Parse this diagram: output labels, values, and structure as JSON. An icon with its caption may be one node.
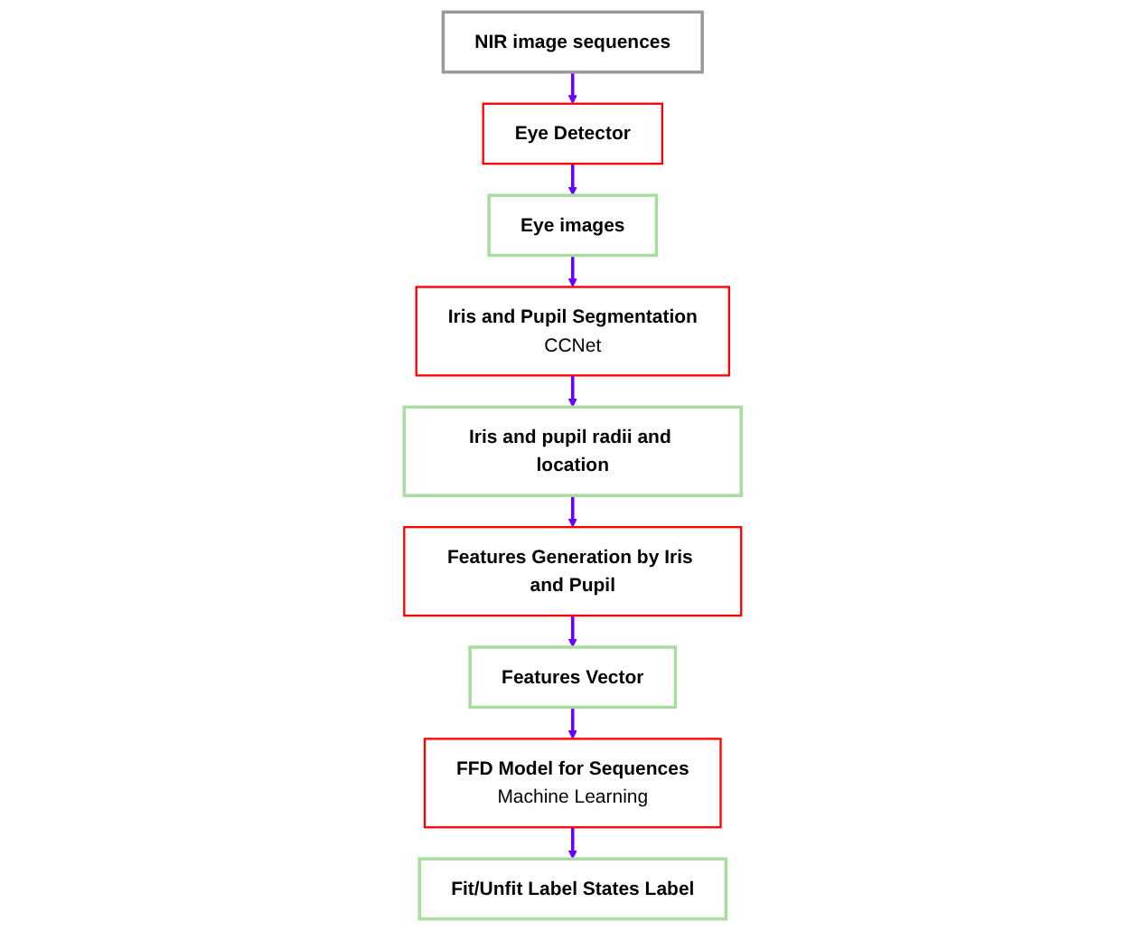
{
  "diagram": {
    "nodes": [
      {
        "text": [
          "NIR image sequences"
        ]
      },
      {
        "text": [
          "Eye Detector"
        ]
      },
      {
        "text": [
          "Eye images"
        ]
      },
      {
        "text": [
          "Iris and Pupil Segmentation",
          "CCNet"
        ]
      },
      {
        "text": [
          "Iris and pupil radii and location"
        ]
      },
      {
        "text": [
          "Features Generation by Iris and Pupil"
        ]
      },
      {
        "text": [
          "Features Vector"
        ]
      },
      {
        "text": [
          "FFD Model for Sequences",
          "Machine Learning"
        ]
      },
      {
        "text": [
          "Fit/Unfit Label States Label"
        ]
      }
    ],
    "edges": [
      {
        "from": 0,
        "to": 1,
        "arrow": "to"
      },
      {
        "from": 1,
        "to": 2,
        "arrow": "to"
      },
      {
        "from": 2,
        "to": 3,
        "arrow": "to"
      },
      {
        "from": 3,
        "to": 4,
        "arrow": "to"
      },
      {
        "from": 4,
        "to": 5,
        "arrow": "to"
      },
      {
        "from": 5,
        "to": 6,
        "arrow": "to"
      },
      {
        "from": 6,
        "to": 7,
        "arrow": "to"
      },
      {
        "from": 7,
        "to": 8,
        "arrow": "to"
      }
    ]
  }
}
